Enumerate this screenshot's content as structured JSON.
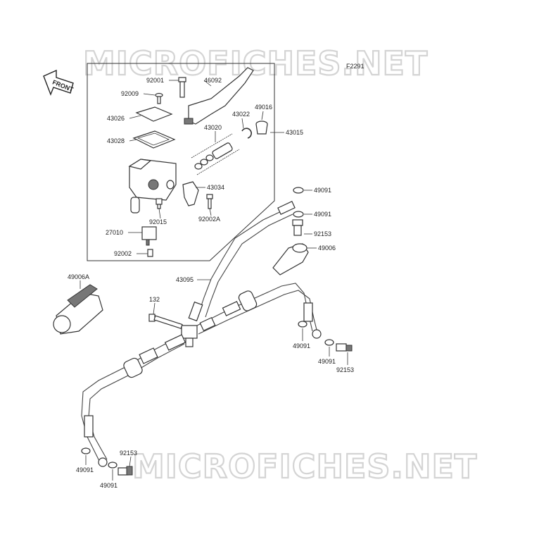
{
  "watermark": "MICROFICHES.NET",
  "figure_code": "F2291",
  "front_arrow": "FRONT",
  "labels": {
    "p92001": "92001",
    "p46092": "46092",
    "p92009": "92009",
    "p43026": "43026",
    "p43022": "43022",
    "p49016": "49016",
    "p43020": "43020",
    "p43015": "43015",
    "p43028": "43028",
    "p43034": "43034",
    "p92015": "92015",
    "p92002A": "92002A",
    "p27010": "27010",
    "p92002": "92002",
    "p49091a": "49091",
    "p49091b": "49091",
    "p92153a": "92153",
    "p49006": "49006",
    "p43095": "43095",
    "p49006A": "49006A",
    "p132": "132",
    "p49091c": "49091",
    "p49091d": "49091",
    "p92153b": "92153",
    "p92153c": "92153",
    "p49091e": "49091",
    "p49091f": "49091"
  }
}
